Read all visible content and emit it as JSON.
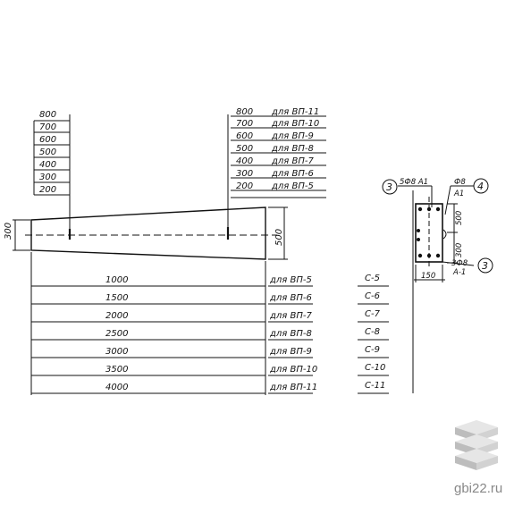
{
  "top_left_widths": [
    "800",
    "700",
    "600",
    "500",
    "400",
    "300",
    "200"
  ],
  "top_right_rows": [
    {
      "w": "800",
      "label": "для ВП-11"
    },
    {
      "w": "700",
      "label": "для ВП-10"
    },
    {
      "w": "600",
      "label": "для ВП-9"
    },
    {
      "w": "500",
      "label": "для ВП-8"
    },
    {
      "w": "400",
      "label": "для ВП-7"
    },
    {
      "w": "300",
      "label": "для ВП-6"
    },
    {
      "w": "200",
      "label": "для ВП-5"
    }
  ],
  "left_height": "300",
  "right_height": "500",
  "bottom_rows": [
    {
      "len": "1000",
      "label": "для ВП-5",
      "code": "С-5"
    },
    {
      "len": "1500",
      "label": "для ВП-6",
      "code": "С-6"
    },
    {
      "len": "2000",
      "label": "для ВП-7",
      "code": "С-7"
    },
    {
      "len": "2500",
      "label": "для ВП-8",
      "code": "С-8"
    },
    {
      "len": "3000",
      "label": "для ВП-9",
      "code": "С-9"
    },
    {
      "len": "3500",
      "label": "для ВП-10",
      "code": "С-10"
    },
    {
      "len": "4000",
      "label": "для ВП-11",
      "code": "С-11"
    }
  ],
  "section": {
    "callout_top_left": "3",
    "callout_top_right": "4",
    "callout_bottom": "3",
    "bar_top": "5Ф8 А1",
    "bar_side": "Ф8",
    "bar_side_class": "А1",
    "bar_bottom": "3Ф8",
    "bar_bottom_class": "А-1",
    "dim_upper": "500",
    "dim_lower": "300",
    "dim_width": "150"
  },
  "watermark": "gbi22.ru"
}
